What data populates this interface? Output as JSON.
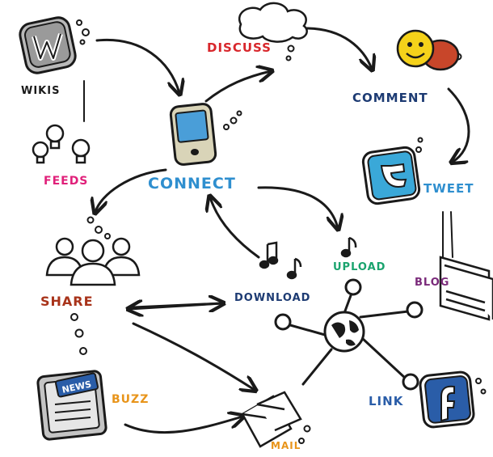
{
  "colors": {
    "ink": "#1a1a1a",
    "red": "#d8262b",
    "navy": "#1d3b73",
    "magenta": "#e0207a",
    "sky": "#2f8fcf",
    "teal": "#1aa36e",
    "orange": "#e8941a",
    "brown": "#a8331a",
    "purple": "#7a2a7a",
    "blue": "#2a5da8",
    "cyan": "#3aa8d8",
    "khaki": "#d9d4b8"
  },
  "labels": {
    "wikis": "WIKIS",
    "discuss": "DISCUSS",
    "comment": "COMMENT",
    "feeds": "FEEDS",
    "connect": "CONNECT",
    "tweet": "TWEET",
    "upload": "UPLOAD",
    "blog": "BLOG",
    "share": "SHARE",
    "download": "DOWNLOAD",
    "buzz": "BUZZ",
    "link": "LINK",
    "mail": "MAIL"
  },
  "icons": {
    "wikis": "wiki-w-icon",
    "discuss": "thought-cloud-icon",
    "comment": "smiley-face-icon",
    "feeds": "lightbulbs-icon",
    "connect": "mobile-phone-icon",
    "tweet": "twitter-bird-icon",
    "upload": "music-note-icon",
    "download": "music-notes-icon",
    "share": "people-group-icon",
    "blog": "paper-stack-icon",
    "buzz": "newspaper-icon",
    "link": "facebook-icon",
    "mail": "envelopes-icon",
    "hub": "globe-hub-icon",
    "news_text": "NEWS"
  }
}
